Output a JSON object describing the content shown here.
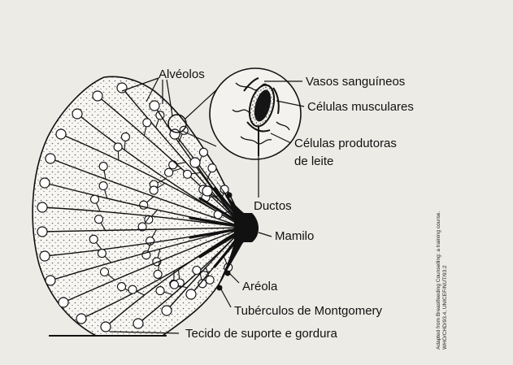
{
  "labels": {
    "alveolos": "Alvéolos",
    "vasos": "Vasos sanguíneos",
    "musculares": "Células musculares",
    "produtoras_1": "Células produtoras",
    "produtoras_2": "de leite",
    "ductos": "Ductos",
    "mamilo": "Mamilo",
    "areola": "Aréola",
    "tuberculos": "Tubérculos de Montgomery",
    "tecido": "Tecido de suporte e gordura"
  },
  "credit": {
    "line1": "Adapted from Breastfeeding Counselling: a training course.",
    "line2": "WHO/CHD/93.4, UNICEF/NUT/93.2"
  },
  "colors": {
    "paper": "#ecebe6",
    "ink": "#111111",
    "tissue": "#f7f6f2"
  }
}
